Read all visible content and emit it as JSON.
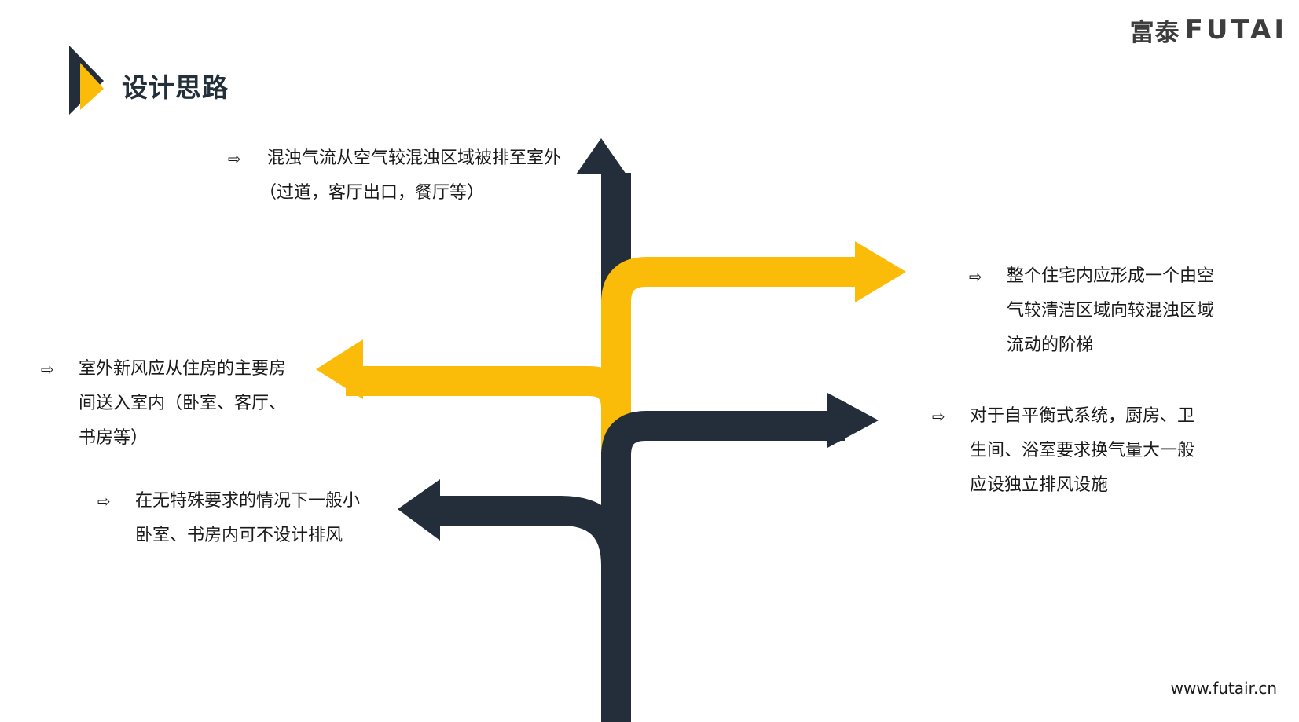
{
  "header": {
    "title": "设计思路"
  },
  "brand": {
    "name_cn": "富泰",
    "name_en": "FUTAI"
  },
  "colors": {
    "dark": "#232e3a",
    "accent": "#fbbc09"
  },
  "icons": {
    "logo": "chevron-logo-icon",
    "bullet": "right-arrow-outline-icon"
  },
  "notes": [
    {
      "bullet": "⇨",
      "lines": [
        "混浊气流从空气较混浊区域被排至室外",
        "（过道，客厅出口，餐厅等）"
      ]
    },
    {
      "bullet": "⇨",
      "lines": [
        "整个住宅内应形成一个由空",
        "气较清洁区域向较混浊区域",
        "流动的阶梯"
      ]
    },
    {
      "bullet": "⇨",
      "lines": [
        "室外新风应从住房的主要房",
        "间送入室内（卧室、客厅、",
        "书房等）"
      ]
    },
    {
      "bullet": "⇨",
      "lines": [
        "对于自平衡式系统，厨房、卫",
        "生间、浴室要求换气量大一般",
        "应设独立排风设施"
      ]
    },
    {
      "bullet": "⇨",
      "lines": [
        "在无特殊要求的情况下一般小",
        "卧室、书房内可不设计排风"
      ]
    }
  ],
  "footer": {
    "website": "www.futair.cn"
  }
}
